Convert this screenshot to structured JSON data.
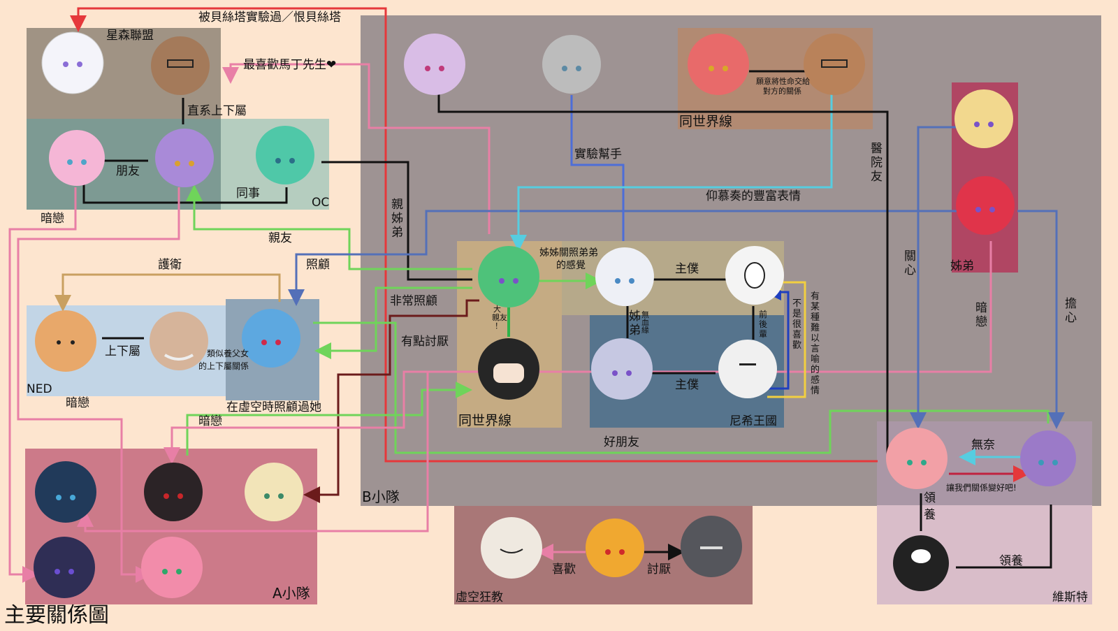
{
  "title": "主要關係圖",
  "groups": {
    "star_alliance": "星森聯盟",
    "oc": "OC",
    "ned": "NED",
    "b_team": "B小隊",
    "a_team": "A小隊",
    "same_world_top": "同世界線",
    "same_world_mid": "同世界線",
    "kingdom": "尼希王國",
    "siblings_pink": "姊弟",
    "void_cult": "虛空狂教",
    "vester": "維斯特"
  },
  "relations": {
    "experimented": "被貝絲塔實驗過／恨貝絲塔",
    "love_martin": "最喜歡馬丁先生❤",
    "direct_subordinate": "直系上下屬",
    "friends": "朋友",
    "coworkers": "同事",
    "crush1": "暗戀",
    "siblings_vertical": "親姊弟",
    "best_friend": "親友",
    "guard": "護衛",
    "care": "照顧",
    "very_care": "非常照顧",
    "somewhat_dislike": "有點討厭",
    "superior": "上下屬",
    "quasi_adoptive": "類似養父女的上下屬關係",
    "crush2": "暗戀",
    "void_care": "在虛空時照顧過她",
    "crush3": "暗戀",
    "big_friend": "大親友！",
    "sister_care": "姊姊關照弟弟的感覺",
    "master_servant1": "主僕",
    "master_servant2": "主僕",
    "siblings_no_blood": "姊弟",
    "no_blood": "無血緣",
    "senpai": "前後輩",
    "not_like": "不是很喜歡",
    "ineffable": "有某種難以言喻的感情",
    "good_friends": "好朋友",
    "exp_helper": "實驗幫手",
    "admire": "仰慕奏的豐富表情",
    "life_trust": "願意將性命交給對方的關係",
    "hospital_friend": "醫院友",
    "concern": "關心",
    "worry": "擔心",
    "crush4": "暗戀",
    "helpless": "無奈",
    "be_friends": "讓我們關係變好吧!",
    "adopt1": "領養",
    "adopt2": "領養",
    "like": "喜歡",
    "hate": "討厭"
  },
  "colors": {
    "red": "#e5383b",
    "pink": "#e87fa6",
    "black": "#111111",
    "green": "#6fd45a",
    "blue": "#5470b8",
    "cyan": "#56cde0",
    "gold": "#c9a060",
    "yellow": "#f2cf40",
    "navy": "#1f3fbf",
    "maroon": "#6b1b1b"
  }
}
